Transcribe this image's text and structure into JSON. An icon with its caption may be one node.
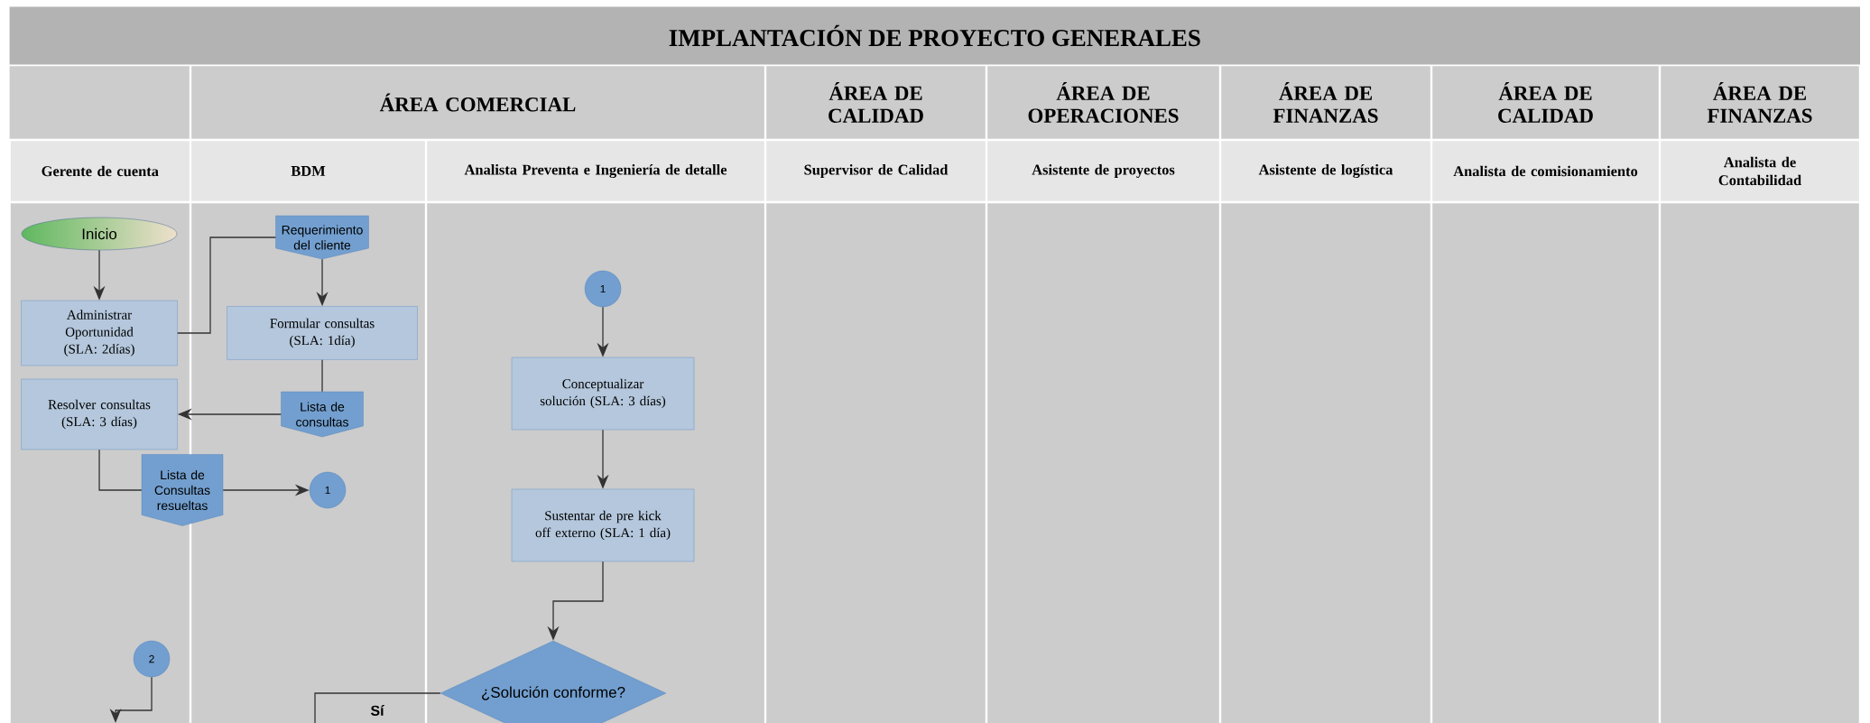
{
  "diagram": {
    "title": "IMPLANTACIÓN DE PROYECTO GENERALES",
    "nodes": [
      {
        "text": [
          "Inicio"
        ]
      },
      {
        "text": [
          "Administrar Oportunidad (SLA: 2días)"
        ]
      },
      {
        "text": [
          "Requerimiento del cliente"
        ]
      },
      {
        "text": [
          "Formular consultas (SLA: 1día)"
        ]
      },
      {
        "text": [
          "Lista de consultas"
        ]
      },
      {
        "text": [
          "Resolver consultas (SLA: 3 días)"
        ]
      },
      {
        "text": [
          "Lista de Consultas resueltas"
        ]
      },
      {
        "text": [
          "1"
        ]
      },
      {
        "text": [
          "1"
        ]
      },
      {
        "text": [
          "Conceptualizar solución (SLA: 3 días)"
        ]
      },
      {
        "text": [
          "Sustentar de pre kick off externo (SLA: 1 día)"
        ]
      },
      {
        "text": [
          "¿Solución conforme?"
        ]
      },
      {
        "text": [
          "2"
        ]
      }
    ],
    "edges": [
      {
        "from": 0,
        "to": 1,
        "arrow": "to"
      },
      {
        "from": 1,
        "to": 2,
        "arrow": "none"
      },
      {
        "from": 2,
        "to": 3,
        "arrow": "to"
      },
      {
        "from": 3,
        "to": 4,
        "arrow": "none"
      },
      {
        "from": 4,
        "to": 5,
        "arrow": "to"
      },
      {
        "from": 5,
        "to": 6,
        "arrow": "none"
      },
      {
        "from": 6,
        "to": 7,
        "arrow": "to"
      },
      {
        "from": 8,
        "to": 9,
        "arrow": "to"
      },
      {
        "from": 9,
        "to": 10,
        "arrow": "to"
      },
      {
        "from": 10,
        "to": 11,
        "arrow": "to"
      },
      {
        "from": 11,
        "to": null,
        "arrow": "none",
        "label": "Sí"
      },
      {
        "from": 12,
        "to": null,
        "arrow": "to"
      }
    ],
    "labels": [
      "ÁREA COMERCIAL",
      "ÁREA DE CALIDAD",
      "ÁREA DE OPERACIONES",
      "ÁREA DE FINANZAS",
      "ÁREA DE CALIDAD",
      "ÁREA DE FINANZAS",
      "Gerente de cuenta",
      "BDM",
      "Analista Preventa e Ingeniería de detalle",
      "Supervisor de Calidad",
      "Asistente de proyectos",
      "Asistente de logística",
      "Analista de comisionamiento",
      "Analista de Contabilidad"
    ]
  }
}
